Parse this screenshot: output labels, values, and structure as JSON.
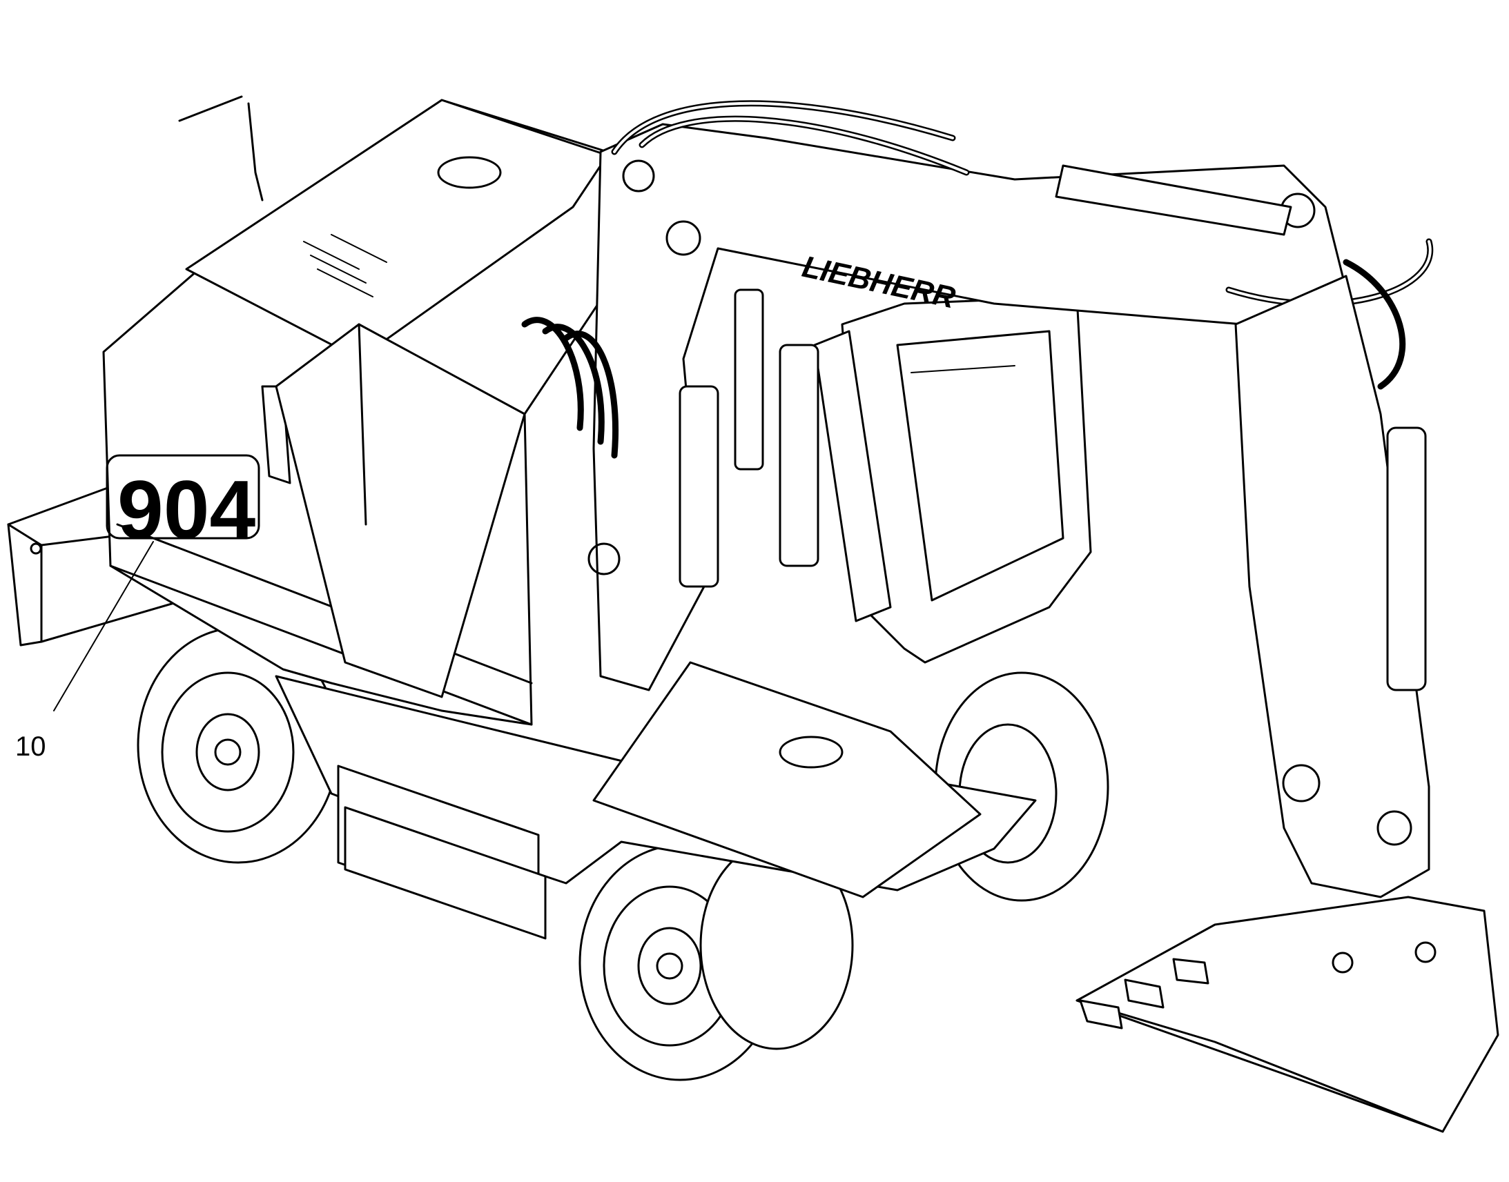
{
  "figure": {
    "brand_decal": "LIEBHERR",
    "model_decal": "904"
  },
  "callouts": [
    {
      "number": "10"
    }
  ]
}
